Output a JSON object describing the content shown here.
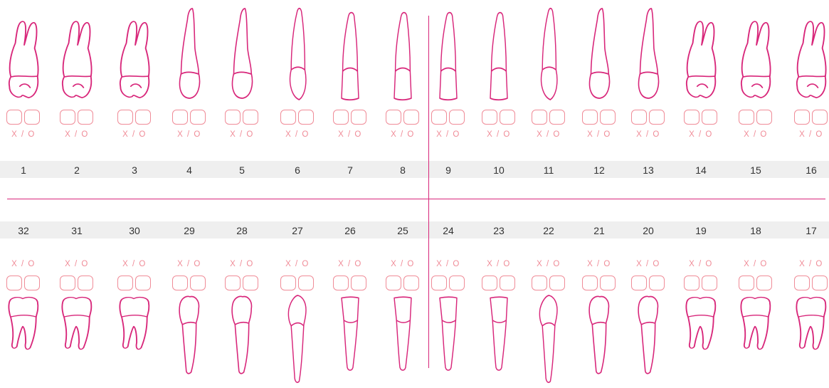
{
  "colors": {
    "accent": "#d8267a",
    "box": "#f08c98",
    "band": "#efefef"
  },
  "marker_label": "X / O",
  "upper_teeth": [
    {
      "number": "1",
      "type": "molar"
    },
    {
      "number": "2",
      "type": "molar"
    },
    {
      "number": "3",
      "type": "molar"
    },
    {
      "number": "4",
      "type": "premolar"
    },
    {
      "number": "5",
      "type": "premolar"
    },
    {
      "number": "6",
      "type": "canine"
    },
    {
      "number": "7",
      "type": "incisor"
    },
    {
      "number": "8",
      "type": "incisor"
    },
    {
      "number": "9",
      "type": "incisor"
    },
    {
      "number": "10",
      "type": "incisor"
    },
    {
      "number": "11",
      "type": "canine"
    },
    {
      "number": "12",
      "type": "premolar"
    },
    {
      "number": "13",
      "type": "premolar"
    },
    {
      "number": "14",
      "type": "molar"
    },
    {
      "number": "15",
      "type": "molar"
    },
    {
      "number": "16",
      "type": "molar"
    }
  ],
  "lower_teeth": [
    {
      "number": "32",
      "type": "molar"
    },
    {
      "number": "31",
      "type": "molar"
    },
    {
      "number": "30",
      "type": "molar"
    },
    {
      "number": "29",
      "type": "premolar"
    },
    {
      "number": "28",
      "type": "premolar"
    },
    {
      "number": "27",
      "type": "canine"
    },
    {
      "number": "26",
      "type": "incisor"
    },
    {
      "number": "25",
      "type": "incisor"
    },
    {
      "number": "24",
      "type": "incisor"
    },
    {
      "number": "23",
      "type": "incisor"
    },
    {
      "number": "22",
      "type": "canine"
    },
    {
      "number": "21",
      "type": "premolar"
    },
    {
      "number": "20",
      "type": "premolar"
    },
    {
      "number": "19",
      "type": "molar"
    },
    {
      "number": "18",
      "type": "molar"
    },
    {
      "number": "17",
      "type": "molar"
    }
  ]
}
